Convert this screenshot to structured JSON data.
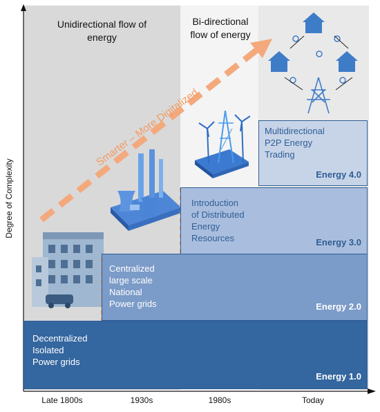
{
  "y_axis_label": "Degree of Complexity",
  "timeline": [
    "Late 1800s",
    "1930s",
    "1980s",
    "Today"
  ],
  "flow_headers": {
    "unidirectional": [
      "Unidirectional flow of",
      "energy"
    ],
    "bidirectional": [
      "Bi-directional",
      "flow of energy"
    ]
  },
  "trend_arrow_label": "Smarter – More Digitalized",
  "stages": [
    {
      "name": "Energy 1.0",
      "lines": [
        "Decentralized",
        "Isolated",
        "Power grids"
      ]
    },
    {
      "name": "Energy 2.0",
      "lines": [
        "Centralized",
        "large scale",
        "National",
        "Power grids"
      ]
    },
    {
      "name": "Energy 3.0",
      "lines": [
        "Introduction",
        "of Distributed",
        "Energy",
        "Resources"
      ]
    },
    {
      "name": "Energy 4.0",
      "lines": [
        "Multidirectional",
        "P2P Energy",
        "Trading"
      ]
    }
  ],
  "colors": {
    "energy1_fill": "#34669f",
    "energy2_fill": "#7b9bc8",
    "energy3_fill": "#a9bede",
    "energy4_fill": "#c7d4e8",
    "box_border": "#2f5d95",
    "arrow": "#f4a97c",
    "divider": "#f08a3c"
  }
}
